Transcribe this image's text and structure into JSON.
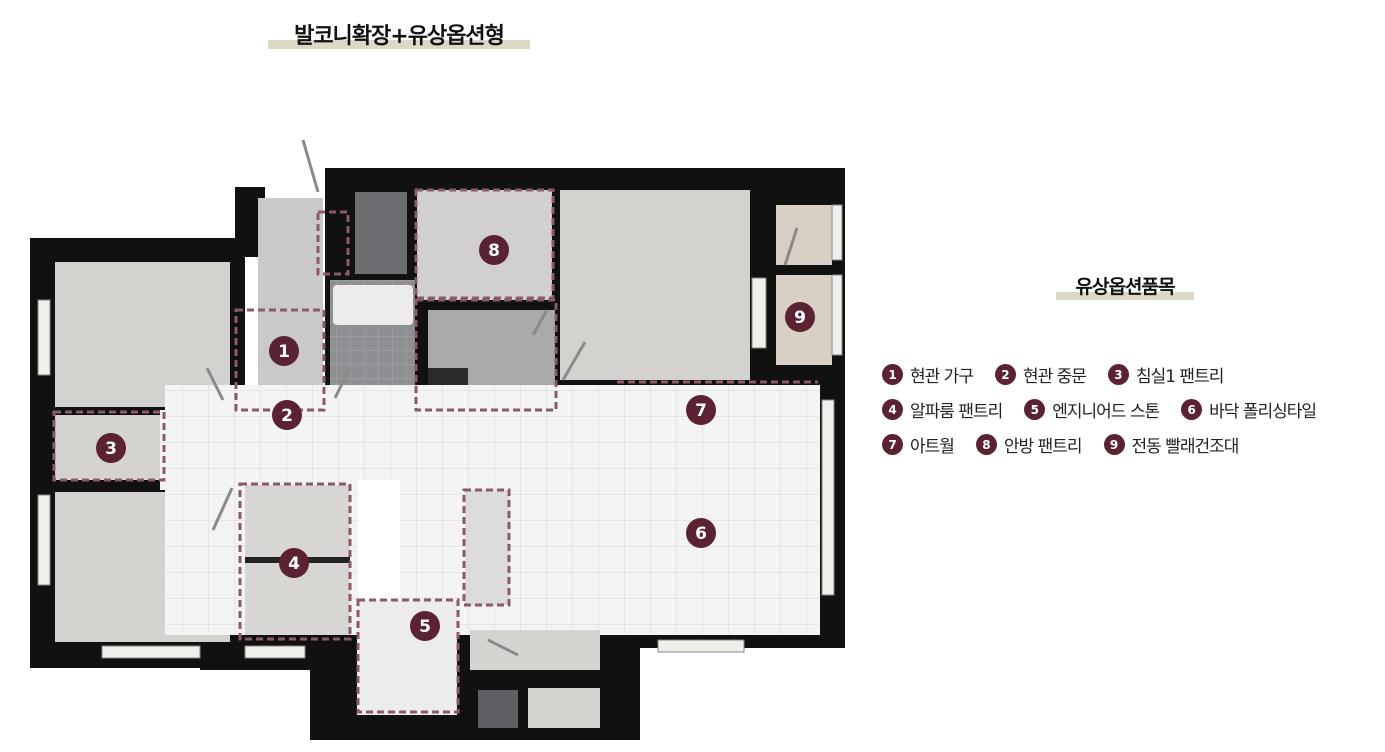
{
  "title": "발코니확장+유상옵션형",
  "legend_title": "유상옵션품목",
  "options": [
    {
      "num": "1",
      "label": "현관 가구"
    },
    {
      "num": "2",
      "label": "현관 중문"
    },
    {
      "num": "3",
      "label": "침실1 팬트리"
    },
    {
      "num": "4",
      "label": "알파룸 팬트리"
    },
    {
      "num": "5",
      "label": "엔지니어드 스톤"
    },
    {
      "num": "6",
      "label": "바닥 폴리싱타일"
    },
    {
      "num": "7",
      "label": "아트월"
    },
    {
      "num": "8",
      "label": "안방 팬트리"
    },
    {
      "num": "9",
      "label": "전동 빨래건조대"
    }
  ],
  "colors": {
    "badge": "#5b2232",
    "option_outline": "#8a5a66",
    "wall": "#111111",
    "room_floor": "#d3d2cf",
    "tile_floor": "#f3f3f3",
    "title_underline": "#dcd8c6"
  }
}
